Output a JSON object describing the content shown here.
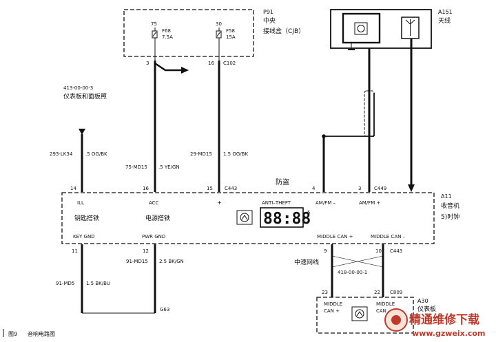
{
  "cjb": {
    "id": "P91",
    "name_line1": "中央",
    "name_line2": "接线盒（CJB）",
    "fuse1": {
      "pin": "75",
      "name": "F68",
      "rating": "7.5A"
    },
    "fuse2": {
      "pin": "30",
      "name": "F58",
      "rating": "15A"
    },
    "pin_left": "3",
    "pin_right": "16",
    "connector": "C102"
  },
  "antenna": {
    "id": "A151",
    "name": "天线"
  },
  "illumination_ref": {
    "code": "413-00-00-3",
    "name": "仪表板和面板照"
  },
  "wires": {
    "ill": {
      "circuit": "293-LK34",
      "spec": ".5 OG/BK"
    },
    "acc": {
      "circuit": "75-MD15",
      "spec": ".5 YE/GN"
    },
    "plus": {
      "circuit": "29-MD15",
      "spec": "1.5 OG/BK"
    },
    "pwr_gnd": {
      "circuit": "91-MD15",
      "spec": "2.5 BK/GN"
    },
    "key_gnd": {
      "circuit": "91-MD5",
      "spec": "1.5 BK/BU"
    },
    "can_ref": "418-00-00-1"
  },
  "antitheft_label": "防盗",
  "radio": {
    "id": "A11",
    "name_line1": "收音机",
    "name_line2": "5)时钟",
    "pins_top": [
      {
        "num": "14",
        "label": "ILL"
      },
      {
        "num": "16",
        "label": "ACC"
      },
      {
        "num": "15",
        "label": "+"
      },
      {
        "num": "4",
        "label": "AM/FM –"
      },
      {
        "num": "3",
        "label": "AM/FM +"
      }
    ],
    "connector_top_left": "C443",
    "connector_top_right": "C449",
    "key_switch_label": "钥匙搭铁",
    "power_switch_label": "电源搭铁",
    "antitheft": "ANTI–THEFT",
    "display": "88:88",
    "note": "5",
    "bottom_labels": [
      "KEY GND",
      "PWR GND",
      "MIDDLE CAN +",
      "MIDDLE CAN –"
    ],
    "pins_bottom": [
      "11",
      "12",
      "9",
      "10"
    ],
    "connector_bottom": "C443"
  },
  "mid_can_bus": "中速网线",
  "ground": "G63",
  "cluster": {
    "id": "A30",
    "name": "仪表板",
    "pins": [
      "23",
      "22"
    ],
    "connector": "C809",
    "can_plus_l1": "MIDDLE",
    "can_plus_l2": "CAN +",
    "can_minus_l1": "MIDDLE",
    "can_minus_l2": "CAN –"
  },
  "caption": {
    "fig": "图9",
    "title": "音响电路图"
  },
  "watermark": {
    "line1": "精通维修下载",
    "line2": "www.gzweix.com"
  }
}
